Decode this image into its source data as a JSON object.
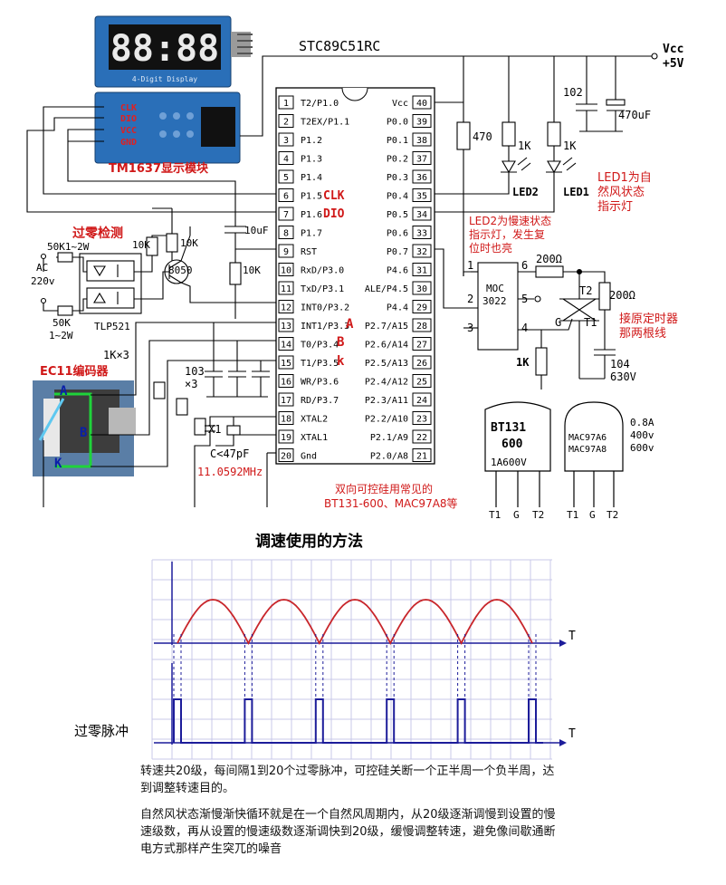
{
  "mcu": {
    "name": "STC89C51RC",
    "left_pins": [
      {
        "n": "1",
        "label": "T2/P1.0"
      },
      {
        "n": "2",
        "label": "T2EX/P1.1"
      },
      {
        "n": "3",
        "label": "P1.2"
      },
      {
        "n": "4",
        "label": "P1.3"
      },
      {
        "n": "5",
        "label": "P1.4"
      },
      {
        "n": "6",
        "label": "P1.5"
      },
      {
        "n": "7",
        "label": "P1.6"
      },
      {
        "n": "8",
        "label": "P1.7"
      },
      {
        "n": "9",
        "label": "RST"
      },
      {
        "n": "10",
        "label": "RxD/P3.0"
      },
      {
        "n": "11",
        "label": "TxD/P3.1"
      },
      {
        "n": "12",
        "label": "INT0/P3.2"
      },
      {
        "n": "13",
        "label": "INT1/P3.3"
      },
      {
        "n": "14",
        "label": "T0/P3.4"
      },
      {
        "n": "15",
        "label": "T1/P3.5"
      },
      {
        "n": "16",
        "label": "WR/P3.6"
      },
      {
        "n": "17",
        "label": "RD/P3.7"
      },
      {
        "n": "18",
        "label": "XTAL2"
      },
      {
        "n": "19",
        "label": "XTAL1"
      },
      {
        "n": "20",
        "label": "Gnd"
      }
    ],
    "right_pins": [
      {
        "n": "40",
        "label": "Vcc"
      },
      {
        "n": "39",
        "label": "P0.0"
      },
      {
        "n": "38",
        "label": "P0.1"
      },
      {
        "n": "37",
        "label": "P0.2"
      },
      {
        "n": "36",
        "label": "P0.3"
      },
      {
        "n": "35",
        "label": "P0.4"
      },
      {
        "n": "34",
        "label": "P0.5"
      },
      {
        "n": "33",
        "label": "P0.6"
      },
      {
        "n": "32",
        "label": "P0.7"
      },
      {
        "n": "31",
        "label": "P4.6"
      },
      {
        "n": "30",
        "label": "ALE/P4.5"
      },
      {
        "n": "29",
        "label": "P4.4"
      },
      {
        "n": "28",
        "label": "P2.7/A15"
      },
      {
        "n": "27",
        "label": "P2.6/A14"
      },
      {
        "n": "26",
        "label": "P2.5/A13"
      },
      {
        "n": "25",
        "label": "P2.4/A12"
      },
      {
        "n": "24",
        "label": "P2.3/A11"
      },
      {
        "n": "23",
        "label": "P2.2/A10"
      },
      {
        "n": "22",
        "label": "P2.1/A9"
      },
      {
        "n": "21",
        "label": "P2.0/A8"
      }
    ],
    "pin_tags": {
      "clk": "CLK",
      "dio": "DIO",
      "a": "A",
      "b": "B",
      "k": "k"
    }
  },
  "power": {
    "vcc": "Vcc",
    "v": "+5V",
    "c102": "102",
    "c470uf": "470uF"
  },
  "display": {
    "digits": "88:88",
    "caption": "4-Digit Display",
    "pin_clk": "CLK",
    "pin_dio": "DIO",
    "pin_vcc": "VCC",
    "pin_gnd": "GND",
    "title": "TM1637显示模块"
  },
  "parts": {
    "r470": "470",
    "r1k_a": "1K",
    "r1k_b": "1K",
    "led2": "LED2",
    "led1": "LED1",
    "led1_note": [
      "LED1为自",
      "然风状态",
      "指示灯"
    ],
    "led2_note": [
      "LED2为慢速状态",
      "指示灯，发生复",
      "位时也亮"
    ],
    "c10uf": "10uF",
    "r10k_rst": "10K",
    "zc_title": "过零检测",
    "r50k1": "50K1~2W",
    "ac": "AC",
    "v220": "220v",
    "r50k2": "50K",
    "w12": "1~2W",
    "opto": "TLP521",
    "r10k_a": "10K",
    "r10k_b": "10K",
    "transistor": "8050",
    "r1kx3": "1K×3",
    "c103": "103",
    "x3": "×3",
    "x1": "X1",
    "cap": "C<47pF",
    "freq": "11.0592MHz",
    "encoder": "EC11编码器",
    "enc_a": "A",
    "enc_b": "B",
    "enc_k": "K",
    "moc": "MOC",
    "moc_num": "3022",
    "moc_pins": {
      "p1": "1",
      "p2": "2",
      "p3": "3",
      "p4": "4",
      "p5": "5",
      "p6": "6"
    },
    "r200a": "200Ω",
    "r200b": "200Ω",
    "t2": "T2",
    "t1": "T1",
    "g": "G",
    "r1k_gate": "1K",
    "c104": "104",
    "v630": "630V",
    "timer_note": [
      "接原定时器",
      "那两根线"
    ],
    "triac_note": [
      "双向可控硅用常见的",
      "BT131-600、MAC97A8等"
    ],
    "bt": [
      "BT131",
      "600",
      "1A600V"
    ],
    "mac": [
      "MAC97A6",
      "MAC97A8"
    ],
    "mac_spec": [
      "0.8A",
      "400v",
      "600v"
    ],
    "pins_t1g t2": [
      "T1",
      "G",
      "T2"
    ]
  },
  "method": {
    "title": "调速使用的方法",
    "t_label_1": "T",
    "t_label_2": "T",
    "pulse_label": "过零脉冲",
    "para1": "转速共20级，每间隔1到20个过零脉冲，可控硅关断一个正半周一个负半周，达到调整转速目的。",
    "para2": "自然风状态渐慢渐快循环就是在一个自然风周期内，从20级逐渐调慢到设置的慢速级数，再从设置的慢速级数逐渐调快到20级，缓慢调整转速，避免像间歇通断电方式那样产生突兀的噪音",
    "half_cycles": 5,
    "wave_color": "#c8262b",
    "pulse_color": "#1c1c9a"
  }
}
